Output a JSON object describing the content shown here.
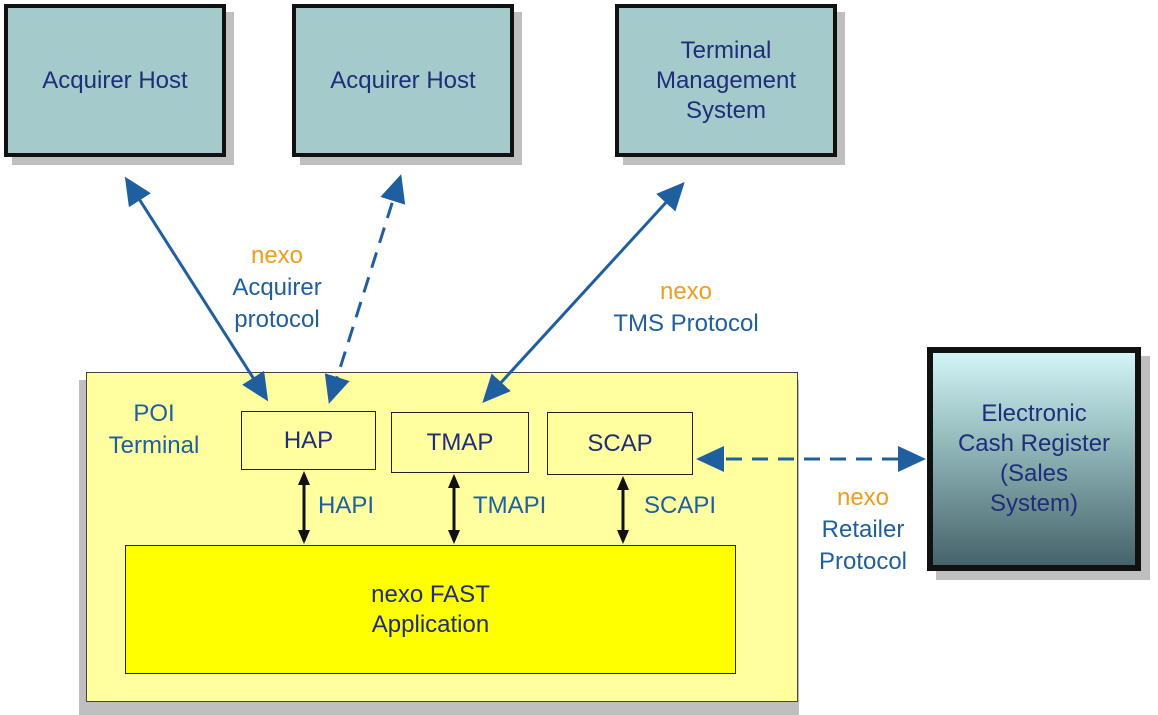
{
  "colors": {
    "arrow": "#1f5fa0",
    "accent": "#f29c1e",
    "host_fill": "#a4cacb",
    "poi_fill": "#ffffa0",
    "app_fill": "#ffff00"
  },
  "hosts": {
    "acquirer_1": "Acquirer Host",
    "acquirer_2": "Acquirer Host",
    "tms": [
      "Terminal",
      "Management",
      "System"
    ]
  },
  "ecr": [
    "Electronic",
    "Cash Register",
    "(Sales",
    "System)"
  ],
  "poi": {
    "label": [
      "POI",
      "Terminal"
    ],
    "modules": {
      "hap": "HAP",
      "tmap": "TMAP",
      "scap": "SCAP"
    },
    "interfaces": {
      "hapi": "HAPI",
      "tmapi": "TMAPI",
      "scapi": "SCAPI"
    },
    "app": [
      "nexo FAST",
      "Application"
    ]
  },
  "protocols": {
    "acquirer": {
      "brand": "nexo",
      "name": [
        "Acquirer",
        "protocol"
      ]
    },
    "tms": {
      "brand": "nexo",
      "name": [
        "TMS Protocol"
      ]
    },
    "retailer": {
      "brand": "nexo",
      "name": [
        "Retailer",
        "Protocol"
      ]
    }
  }
}
